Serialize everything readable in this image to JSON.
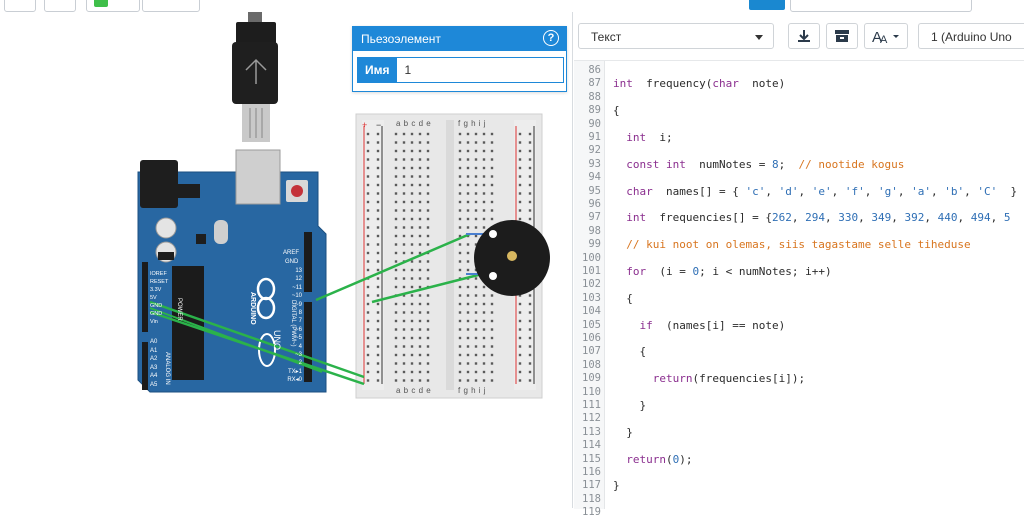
{
  "popup": {
    "title": "Пьезоэлемент",
    "help": "?",
    "name_label": "Имя",
    "name_value": "1"
  },
  "code_toolbar": {
    "mode": "Текст",
    "device": "1 (Arduino Uno"
  },
  "breadboard": {
    "columns_left": "a b c d e",
    "columns_right": "f g h i j",
    "plus": "+",
    "minus": "−"
  },
  "arduino": {
    "brand": "ARDUINO",
    "model": "UNO",
    "power_label": "POWER",
    "analog_label": "ANALOG IN",
    "digital_label": "DIGITAL (PWM~)",
    "aref": "AREF",
    "gnd": "GND",
    "pins_left": [
      "IOREF",
      "RESET",
      "3.3V",
      "5V",
      "GND",
      "GND",
      "Vin"
    ],
    "pins_analog": [
      "A0",
      "A1",
      "A2",
      "A3",
      "A4",
      "A5"
    ],
    "pins_digital": [
      "13",
      "12",
      "~11",
      "~10",
      "~9",
      "8",
      "7",
      "~6",
      "~5",
      "4",
      "~3",
      "2",
      "TX▸1",
      "RX◂0"
    ]
  },
  "code": {
    "lines": [
      {
        "n": "86",
        "segs": []
      },
      {
        "n": "87",
        "segs": [
          [
            "kw",
            "int"
          ],
          [
            "",
            "  frequency("
          ],
          [
            "kw",
            "char"
          ],
          [
            "",
            "  note)"
          ]
        ]
      },
      {
        "n": "88",
        "segs": []
      },
      {
        "n": "89",
        "segs": [
          [
            "",
            "{"
          ]
        ]
      },
      {
        "n": "90",
        "segs": []
      },
      {
        "n": "91",
        "segs": [
          [
            "",
            "  "
          ],
          [
            "kw",
            "int"
          ],
          [
            "",
            "  i;"
          ]
        ]
      },
      {
        "n": "92",
        "segs": []
      },
      {
        "n": "93",
        "segs": [
          [
            "",
            "  "
          ],
          [
            "kw",
            "const int"
          ],
          [
            "",
            "  numNotes = "
          ],
          [
            "nm",
            "8"
          ],
          [
            "",
            ";  "
          ],
          [
            "cm",
            "// nootide kogus"
          ]
        ]
      },
      {
        "n": "94",
        "segs": []
      },
      {
        "n": "95",
        "segs": [
          [
            "",
            "  "
          ],
          [
            "kw",
            "char"
          ],
          [
            "",
            "  names[] = { "
          ],
          [
            "st",
            "'c'"
          ],
          [
            "",
            ", "
          ],
          [
            "st",
            "'d'"
          ],
          [
            "",
            ", "
          ],
          [
            "st",
            "'e'"
          ],
          [
            "",
            ", "
          ],
          [
            "st",
            "'f'"
          ],
          [
            "",
            ", "
          ],
          [
            "st",
            "'g'"
          ],
          [
            "",
            ", "
          ],
          [
            "st",
            "'a'"
          ],
          [
            "",
            ", "
          ],
          [
            "st",
            "'b'"
          ],
          [
            "",
            ", "
          ],
          [
            "st",
            "'C'"
          ],
          [
            "",
            "  }"
          ]
        ]
      },
      {
        "n": "96",
        "segs": []
      },
      {
        "n": "97",
        "segs": [
          [
            "",
            "  "
          ],
          [
            "kw",
            "int"
          ],
          [
            "",
            "  frequencies[] = {"
          ],
          [
            "nm",
            "262"
          ],
          [
            "",
            ", "
          ],
          [
            "nm",
            "294"
          ],
          [
            "",
            ", "
          ],
          [
            "nm",
            "330"
          ],
          [
            "",
            ", "
          ],
          [
            "nm",
            "349"
          ],
          [
            "",
            ", "
          ],
          [
            "nm",
            "392"
          ],
          [
            "",
            ", "
          ],
          [
            "nm",
            "440"
          ],
          [
            "",
            ", "
          ],
          [
            "nm",
            "494"
          ],
          [
            "",
            ", "
          ],
          [
            "nm",
            "5"
          ]
        ]
      },
      {
        "n": "98",
        "segs": []
      },
      {
        "n": "99",
        "segs": [
          [
            "",
            "  "
          ],
          [
            "cm",
            "// kui noot on olemas, siis tagastame selle tiheduse"
          ]
        ]
      },
      {
        "n": "100",
        "segs": []
      },
      {
        "n": "101",
        "segs": [
          [
            "",
            "  "
          ],
          [
            "kw",
            "for"
          ],
          [
            "",
            "  (i = "
          ],
          [
            "nm",
            "0"
          ],
          [
            "",
            "; i < numNotes; i++)"
          ]
        ]
      },
      {
        "n": "102",
        "segs": []
      },
      {
        "n": "103",
        "segs": [
          [
            "",
            "  {"
          ]
        ]
      },
      {
        "n": "104",
        "segs": []
      },
      {
        "n": "105",
        "segs": [
          [
            "",
            "    "
          ],
          [
            "kw",
            "if"
          ],
          [
            "",
            "  (names[i] == note)"
          ]
        ]
      },
      {
        "n": "106",
        "segs": []
      },
      {
        "n": "107",
        "segs": [
          [
            "",
            "    {"
          ]
        ]
      },
      {
        "n": "108",
        "segs": []
      },
      {
        "n": "109",
        "segs": [
          [
            "",
            "      "
          ],
          [
            "kw",
            "return"
          ],
          [
            "",
            "(frequencies[i]);"
          ]
        ]
      },
      {
        "n": "110",
        "segs": []
      },
      {
        "n": "111",
        "segs": [
          [
            "",
            "    }"
          ]
        ]
      },
      {
        "n": "112",
        "segs": []
      },
      {
        "n": "113",
        "segs": [
          [
            "",
            "  }"
          ]
        ]
      },
      {
        "n": "114",
        "segs": []
      },
      {
        "n": "115",
        "segs": [
          [
            "",
            "  "
          ],
          [
            "kw",
            "return"
          ],
          [
            "",
            "("
          ],
          [
            "nm",
            "0"
          ],
          [
            "",
            ");"
          ]
        ]
      },
      {
        "n": "116",
        "segs": []
      },
      {
        "n": "117",
        "segs": [
          [
            "",
            "}"
          ]
        ]
      },
      {
        "n": "118",
        "segs": []
      },
      {
        "n": "119",
        "segs": []
      }
    ]
  }
}
